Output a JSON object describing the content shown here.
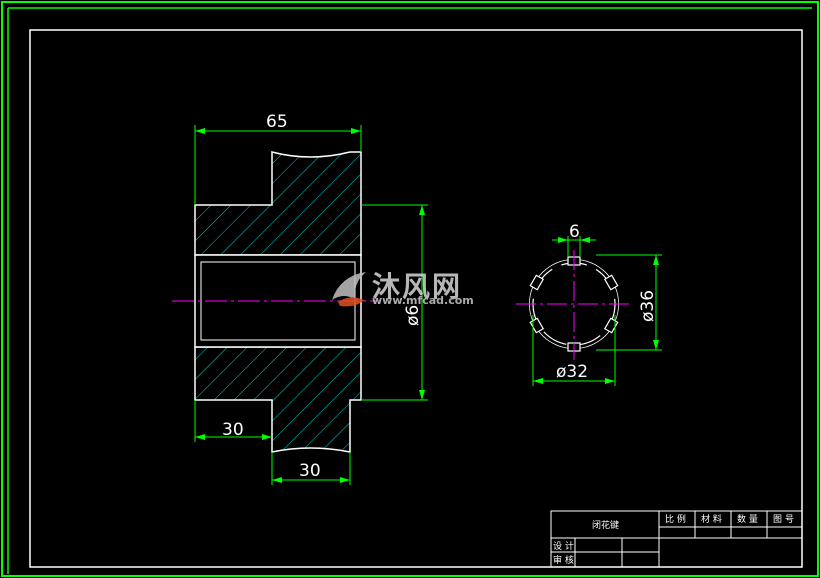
{
  "drawing": {
    "dimensions": {
      "overall_length": "65",
      "left_step": "30",
      "hub_width": "30",
      "spline_width": "6",
      "spline_minor_dia": "ø32",
      "spline_major_dia": "ø36",
      "bore_dia": "ø6"
    },
    "title_block": {
      "part_name": "闭花键",
      "row_labels": [
        "设 计",
        "审 核"
      ],
      "col_headers": [
        "比 例",
        "材 料",
        "数 量",
        "图 号"
      ]
    }
  },
  "watermark": {
    "brand": "沐风网",
    "url": "www.mfcad.com"
  },
  "colors": {
    "background": "#000000",
    "frame": "#00ff00",
    "outline": "#ffffff",
    "hatch": "#00d0c8",
    "dimension": "#00ff00",
    "centerline": "#ff00ff",
    "dim_text": "#ffffff"
  }
}
